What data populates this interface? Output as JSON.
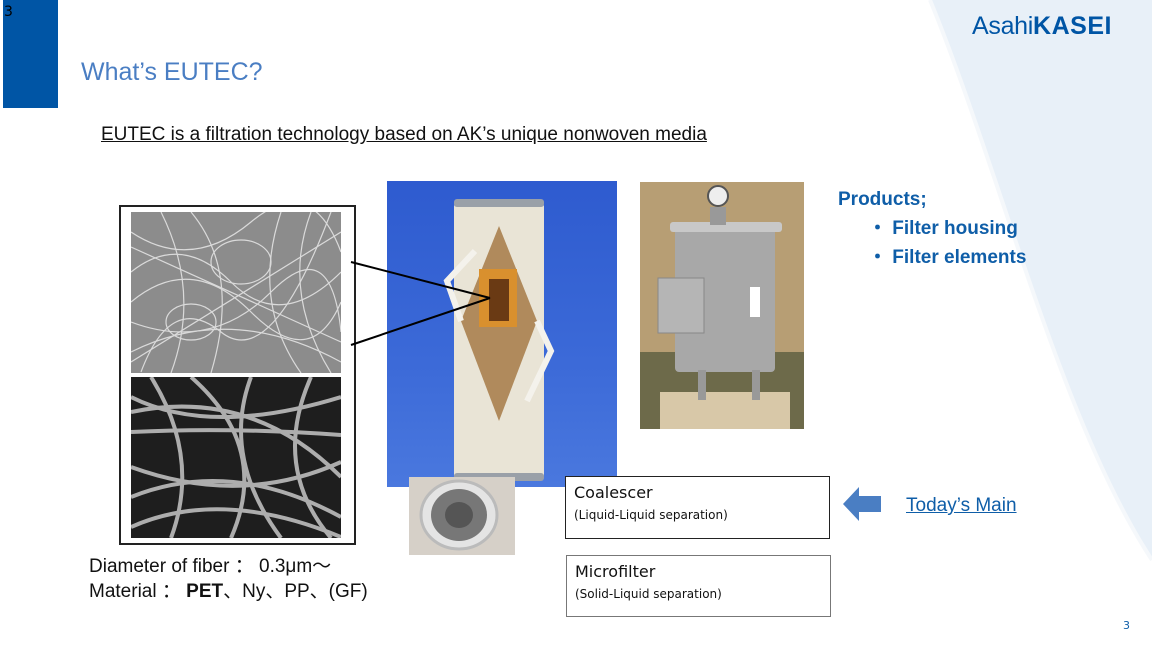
{
  "slide": {
    "top_number": "3",
    "title": "What’s EUTEC?",
    "subtitle": "EUTEC is a filtration technology based on AK’s unique nonwoven media",
    "page_number": "3"
  },
  "logo": {
    "part1": "Asahi",
    "part2": "KASEI"
  },
  "products": {
    "heading": "Products;",
    "items": [
      {
        "label": "・ Filter housing"
      },
      {
        "label": "・ Filter elements"
      }
    ]
  },
  "images": {
    "sem_top": "SEM image of fine nonwoven fibers",
    "sem_bottom": "SEM image of coarser nonwoven fibers",
    "filter_element": "Cut-away filter element photo",
    "filter_housing": "Stainless filter housing photo",
    "pipe_end": "Filter element end view photo"
  },
  "boxes": [
    {
      "main": "Coalescer",
      "sub": "(Liquid-Liquid separation)"
    },
    {
      "main": "Microfilter",
      "sub": "(Solid-Liquid separation)"
    }
  ],
  "callout": {
    "label": "Today’s Main",
    "arrow_color": "#4a7ec3"
  },
  "specs": {
    "diameter_label": "Diameter of fiber ： 0.3μm～",
    "material_label": "Material ： ",
    "material_bold": "PET",
    "material_rest": "、Ny、PP、(GF)"
  },
  "colors": {
    "brand_blue": "#0055a5",
    "title_blue": "#4a7ec3",
    "text_blue": "#0f5ea8",
    "bg_curve": "#e6eef7"
  }
}
